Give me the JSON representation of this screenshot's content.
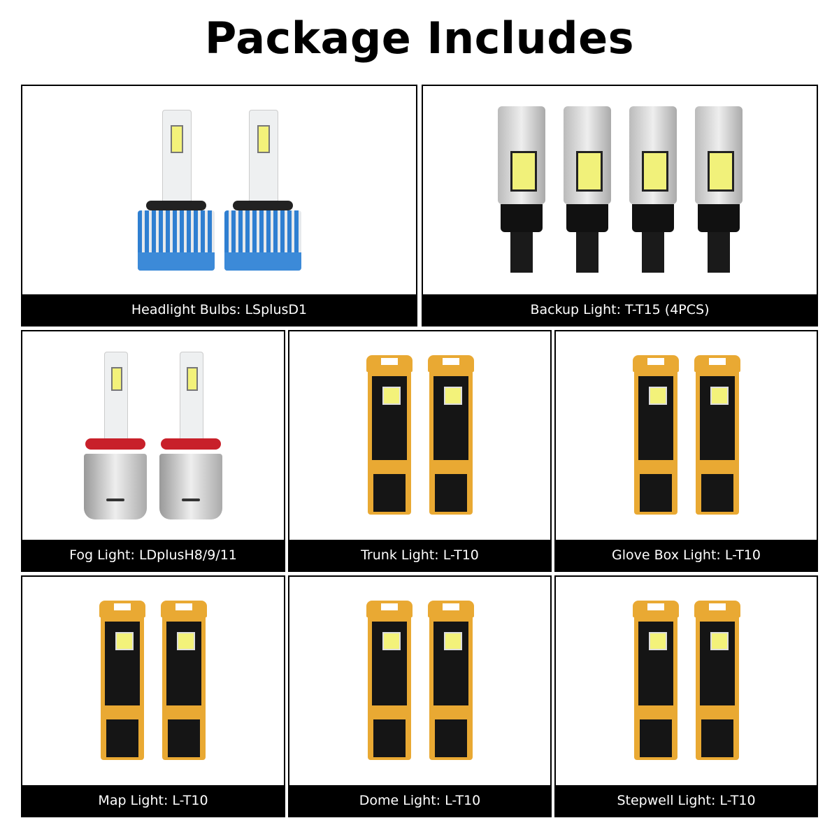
{
  "title": "Package Includes",
  "items": [
    {
      "label": "Headlight Bulbs: LSplusD1",
      "type": "headlight",
      "count": 2
    },
    {
      "label": "Backup Light: T-T15 (4PCS)",
      "type": "t15",
      "count": 4
    },
    {
      "label": "Fog Light: LDplusH8/9/11",
      "type": "fog",
      "count": 2
    },
    {
      "label": "Trunk Light: L-T10",
      "type": "t10",
      "count": 2
    },
    {
      "label": "Glove Box Light: L-T10",
      "type": "t10",
      "count": 2
    },
    {
      "label": "Map Light: L-T10",
      "type": "t10",
      "count": 2
    },
    {
      "label": "Dome Light: L-T10",
      "type": "t10",
      "count": 2
    },
    {
      "label": "Stepwell Light: L-T10",
      "type": "t10",
      "count": 2
    }
  ]
}
